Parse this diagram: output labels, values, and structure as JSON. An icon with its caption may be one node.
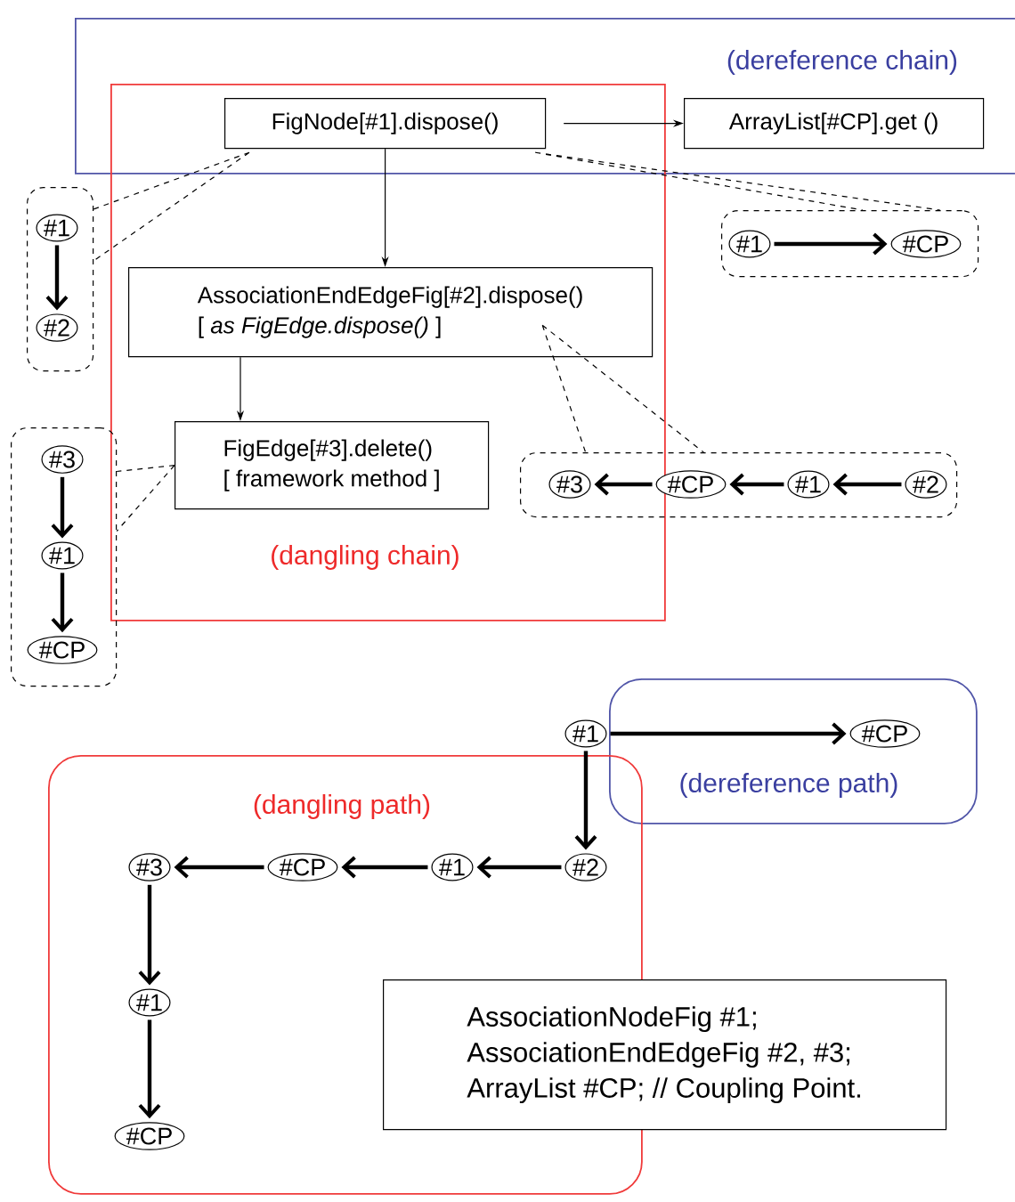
{
  "diagram": {
    "nodes": [
      {
        "text": [
          "(dereference chain)"
        ]
      },
      {
        "text": [
          "FigNode[#1].dispose()"
        ]
      },
      {
        "text": [
          "ArrayList[#CP].get ()"
        ],
        "in": 0
      },
      {
        "text": [
          "(dangling chain)"
        ]
      },
      {
        "text": [
          "AssociationEndEdgeFig[#2].dispose()",
          "[ *as FigEdge.dispose()* ]"
        ],
        "in": 3
      },
      {
        "text": [
          "FigEdge[#3].delete()",
          "[ framework method ]"
        ],
        "in": 3
      },
      {
        "text": [],
        "shape": "box"
      },
      {
        "text": [
          "#1"
        ],
        "in": 6
      },
      {
        "text": [
          "#2"
        ],
        "in": 6
      },
      {
        "text": [],
        "shape": "box"
      },
      {
        "text": [
          "#1"
        ],
        "in": 9
      },
      {
        "text": [
          "#CP"
        ],
        "in": 9
      },
      {
        "text": [],
        "shape": "box"
      },
      {
        "text": [
          "#3"
        ],
        "in": 12
      },
      {
        "text": [
          "#1"
        ],
        "in": 12
      },
      {
        "text": [
          "#CP"
        ],
        "in": 12
      },
      {
        "text": [],
        "shape": "box"
      },
      {
        "text": [
          "#3"
        ]
      },
      {
        "text": [
          "#CP"
        ],
        "in": 16
      },
      {
        "text": [
          "#1"
        ],
        "in": 16
      },
      {
        "text": [
          "#2"
        ],
        "in": 16
      },
      {
        "text": [
          "#1"
        ]
      },
      {
        "text": [
          "(dereference path)"
        ]
      },
      {
        "text": [
          "#CP"
        ],
        "in": 22
      },
      {
        "text": [
          "(dangling path)"
        ]
      },
      {
        "text": [
          "#2"
        ],
        "in": 24
      },
      {
        "text": [
          "#1"
        ],
        "in": 24
      },
      {
        "text": [
          "#CP"
        ],
        "in": 24
      },
      {
        "text": [
          "#3"
        ],
        "in": 24
      },
      {
        "text": [
          "#1"
        ],
        "in": 24
      },
      {
        "text": [
          "#CP"
        ],
        "in": 24
      },
      {
        "text": [
          "AssociationNodeFig #1;",
          "AssociationEndEdgeFig #2, #3;",
          "ArrayList #CP; // Coupling Point."
        ]
      }
    ],
    "edges": [
      {
        "from": 1,
        "to": 2,
        "arrow": "to"
      },
      {
        "from": 1,
        "to": 4,
        "arrow": "to"
      },
      {
        "from": 4,
        "to": 5,
        "arrow": "to"
      },
      {
        "from": 1,
        "to": 6,
        "arrow": "none",
        "style": "dashed"
      },
      {
        "from": 1,
        "to": 9,
        "arrow": "none",
        "style": "dashed"
      },
      {
        "from": 4,
        "to": 16,
        "arrow": "none",
        "style": "dashed"
      },
      {
        "from": 5,
        "to": 12,
        "arrow": "none",
        "style": "dashed"
      },
      {
        "from": 7,
        "to": 8,
        "arrow": "to"
      },
      {
        "from": 10,
        "to": 11,
        "arrow": "to"
      },
      {
        "from": 13,
        "to": 14,
        "arrow": "to"
      },
      {
        "from": 14,
        "to": 15,
        "arrow": "to"
      },
      {
        "from": 20,
        "to": 19,
        "arrow": "to"
      },
      {
        "from": 19,
        "to": 18,
        "arrow": "to"
      },
      {
        "from": 18,
        "to": 17,
        "arrow": "to"
      },
      {
        "from": 21,
        "to": 23,
        "arrow": "to"
      },
      {
        "from": 21,
        "to": 25,
        "arrow": "to"
      },
      {
        "from": 25,
        "to": 26,
        "arrow": "to"
      },
      {
        "from": 26,
        "to": 27,
        "arrow": "to"
      },
      {
        "from": 27,
        "to": 28,
        "arrow": "to"
      },
      {
        "from": 28,
        "to": 29,
        "arrow": "to"
      },
      {
        "from": 29,
        "to": 30,
        "arrow": "to"
      }
    ]
  }
}
